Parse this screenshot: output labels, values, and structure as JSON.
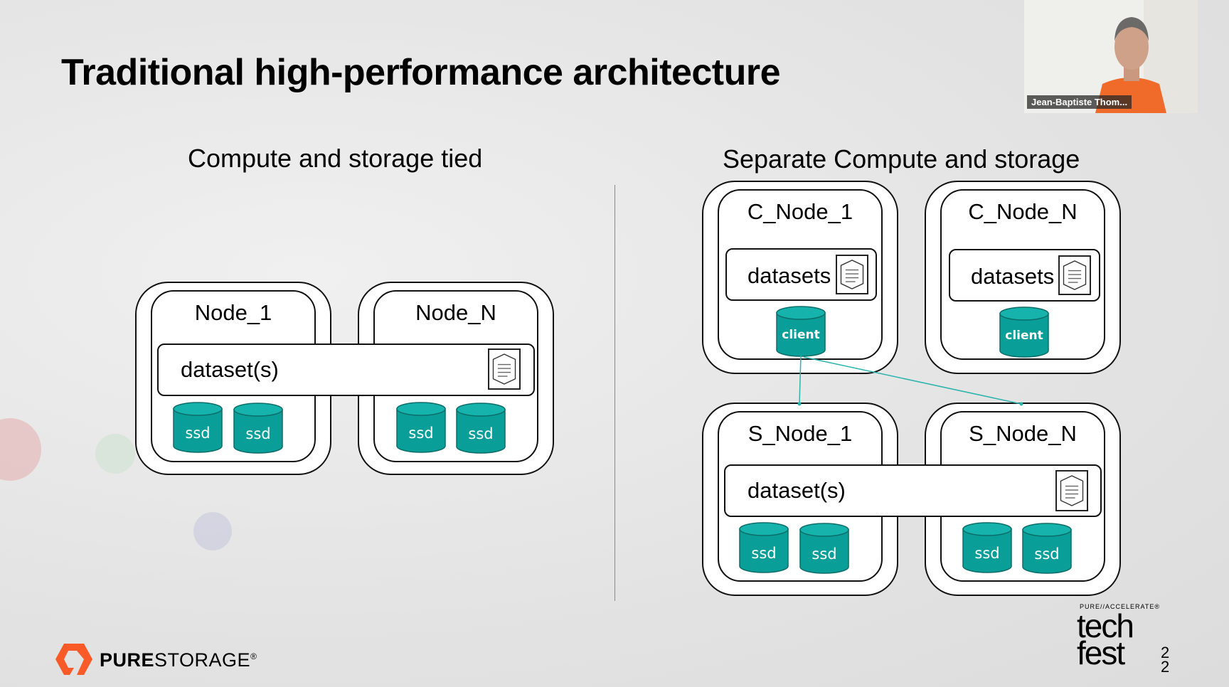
{
  "slide": {
    "title": "Traditional high-performance architecture",
    "left_heading": "Compute and storage tied",
    "right_heading": "Separate Compute and storage"
  },
  "left_diagram": {
    "nodes": [
      {
        "label": "Node_1",
        "drives": [
          "ssd",
          "ssd"
        ]
      },
      {
        "label": "Node_N",
        "drives": [
          "ssd",
          "ssd"
        ]
      }
    ],
    "shared_bar": {
      "label": "dataset(s)",
      "icon": "document-icon"
    }
  },
  "right_diagram": {
    "compute_nodes": [
      {
        "label": "C_Node_1",
        "bar_label": "datasets",
        "icon": "document-icon",
        "client_label": "client"
      },
      {
        "label": "C_Node_N",
        "bar_label": "datasets",
        "icon": "document-icon",
        "client_label": "client"
      }
    ],
    "storage_nodes": [
      {
        "label": "S_Node_1",
        "drives": [
          "ssd",
          "ssd"
        ]
      },
      {
        "label": "S_Node_N",
        "drives": [
          "ssd",
          "ssd"
        ]
      }
    ],
    "shared_bar": {
      "label": "dataset(s)",
      "icon": "document-icon"
    }
  },
  "colors": {
    "teal": "#0a9e98",
    "teal_top": "#16b3ad",
    "connector": "#2bb3ad",
    "pure_orange": "#fa5a28"
  },
  "webcam": {
    "name": "Jean-Baptiste Thom..."
  },
  "branding": {
    "pure_bold": "PURE",
    "pure_regular": "STORAGE",
    "pure_reg_mark": "®",
    "event_small": "PURE//ACCELERATE®",
    "event_line1": "tech",
    "event_line2": "fest",
    "event_year_top": "2",
    "event_year_bottom": "2"
  }
}
